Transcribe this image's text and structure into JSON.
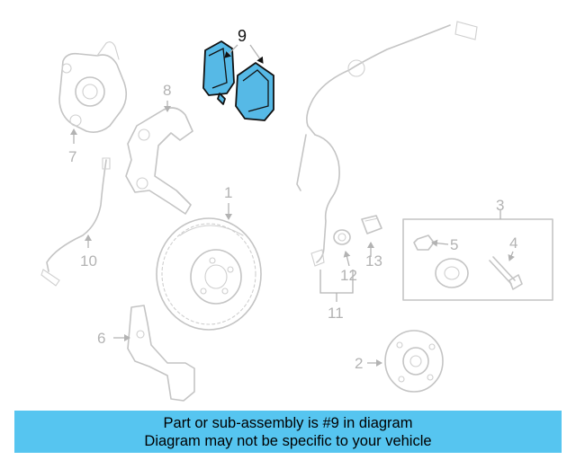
{
  "callouts": {
    "c1": "1",
    "c2": "2",
    "c3": "3",
    "c4": "4",
    "c5": "5",
    "c6": "6",
    "c7": "7",
    "c8": "8",
    "c9": "9",
    "c10": "10",
    "c11": "11",
    "c12": "12",
    "c13": "13"
  },
  "highlight": {
    "part_number": "9",
    "color": "#56b9e6"
  },
  "banner": {
    "line1": "Part or sub-assembly is #9 in diagram",
    "line2": "Diagram may not be specific to your vehicle",
    "background": "#56c5f0"
  }
}
